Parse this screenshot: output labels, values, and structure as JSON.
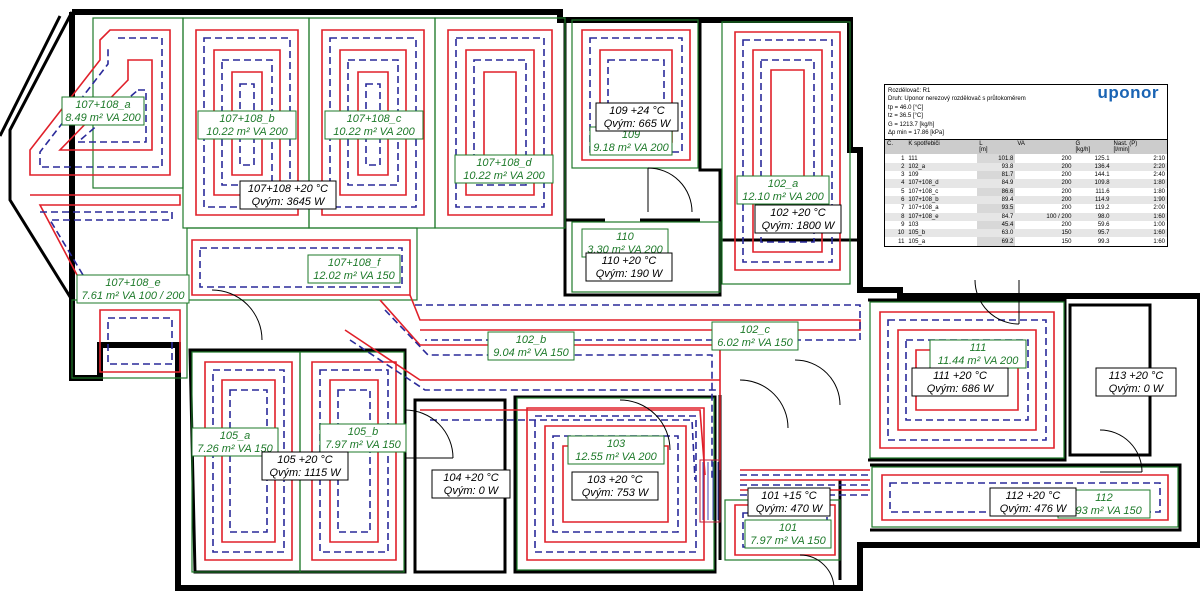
{
  "zones_green": [
    {
      "id": "z107108a",
      "lines": [
        "107+108_a",
        "8.49 m² VA 200"
      ]
    },
    {
      "id": "z107108b",
      "lines": [
        "107+108_b",
        "10.22 m² VA 200"
      ]
    },
    {
      "id": "z107108c",
      "lines": [
        "107+108_c",
        "10.22 m² VA 200"
      ]
    },
    {
      "id": "z107108d",
      "lines": [
        "107+108_d",
        "10.22 m² VA 200"
      ]
    },
    {
      "id": "z109",
      "lines": [
        "109",
        "9.18 m² VA 200"
      ]
    },
    {
      "id": "z102a",
      "lines": [
        "102_a",
        "12.10 m² VA 200"
      ]
    },
    {
      "id": "z110",
      "lines": [
        "110",
        "3.30 m² VA 200"
      ]
    },
    {
      "id": "z107108e",
      "lines": [
        "107+108_e",
        "7.61 m² VA 100 / 200"
      ]
    },
    {
      "id": "z107108f",
      "lines": [
        "107+108_f",
        "12.02 m² VA 150"
      ]
    },
    {
      "id": "z102b",
      "lines": [
        "102_b",
        "9.04 m² VA 150"
      ]
    },
    {
      "id": "z102c",
      "lines": [
        "102_c",
        "6.02 m² VA 150"
      ]
    },
    {
      "id": "z111",
      "lines": [
        "111",
        "11.44 m² VA 200"
      ]
    },
    {
      "id": "z105a",
      "lines": [
        "105_a",
        "7.26 m² VA 150"
      ]
    },
    {
      "id": "z105b",
      "lines": [
        "105_b",
        "7.97 m² VA 150"
      ]
    },
    {
      "id": "z103",
      "lines": [
        "103",
        "12.55 m² VA 200"
      ]
    },
    {
      "id": "z101",
      "lines": [
        "101",
        "7.97 m² VA 150"
      ]
    },
    {
      "id": "z112",
      "lines": [
        "112",
        "7.93 m² VA 150"
      ]
    }
  ],
  "rooms_black": [
    {
      "id": "r107108",
      "lines": [
        "107+108 +20 °C",
        "Qvým: 3645 W"
      ]
    },
    {
      "id": "r109",
      "lines": [
        "109  +24 °C",
        "Qvým: 665 W"
      ]
    },
    {
      "id": "r102",
      "lines": [
        "102  +20 °C",
        "Qvým: 1800 W"
      ]
    },
    {
      "id": "r110",
      "lines": [
        "110  +20 °C",
        "Qvým: 190 W"
      ]
    },
    {
      "id": "r111",
      "lines": [
        "111  +20 °C",
        "Qvým: 686 W"
      ]
    },
    {
      "id": "r113",
      "lines": [
        "113  +20 °C",
        "Qvým: 0 W"
      ]
    },
    {
      "id": "r105",
      "lines": [
        "105  +20 °C",
        "Qvým: 1115 W"
      ]
    },
    {
      "id": "r104",
      "lines": [
        "104  +20 °C",
        "Qvým: 0 W"
      ]
    },
    {
      "id": "r103",
      "lines": [
        "103  +20 °C",
        "Qvým: 753 W"
      ]
    },
    {
      "id": "r101",
      "lines": [
        "101  +15 °C",
        "Qvým: 470 W"
      ]
    },
    {
      "id": "r112",
      "lines": [
        "112  +20 °C",
        "Qvým: 476 W"
      ]
    }
  ],
  "manifold": {
    "title": "Rozdělovač: R1",
    "type_line": "Druh:  Uponor nerezový rozdělovač s průtokoměrem",
    "tp": "tp = 46.0 [°C]",
    "tz": "tz = 36.5 [°C]",
    "g": "G = 1213.7 [kg/h]",
    "dp": "Δp min = 17.86 [kPa]",
    "logo": "uponor",
    "headers": [
      "Č.",
      "K spotřebiči",
      "L",
      "VA",
      "G",
      "Nast. (P)"
    ],
    "units": [
      "",
      "",
      "[m]",
      "",
      "[kg/h]",
      "[l/min]"
    ],
    "rows": [
      [
        "1",
        "111",
        "101.8",
        "200",
        "125.1",
        "2:10"
      ],
      [
        "2",
        "102_a",
        "93.8",
        "200",
        "136.4",
        "2:20"
      ],
      [
        "3",
        "109",
        "81.7",
        "200",
        "144.1",
        "2:40"
      ],
      [
        "4",
        "107+108_d",
        "84.9",
        "200",
        "109.8",
        "1:80"
      ],
      [
        "5",
        "107+108_c",
        "86.6",
        "200",
        "111.6",
        "1:80"
      ],
      [
        "6",
        "107+108_b",
        "89.4",
        "200",
        "114.9",
        "1:90"
      ],
      [
        "7",
        "107+108_a",
        "93.5",
        "200",
        "119.2",
        "2:00"
      ],
      [
        "8",
        "107+108_e",
        "84.7",
        "100 / 200",
        "98.0",
        "1:60"
      ],
      [
        "9",
        "103",
        "45.4",
        "200",
        "59.6",
        "1:00"
      ],
      [
        "10",
        "105_b",
        "63.0",
        "150",
        "95.7",
        "1:60"
      ],
      [
        "11",
        "105_a",
        "69.2",
        "150",
        "99.3",
        "1:60"
      ]
    ]
  }
}
